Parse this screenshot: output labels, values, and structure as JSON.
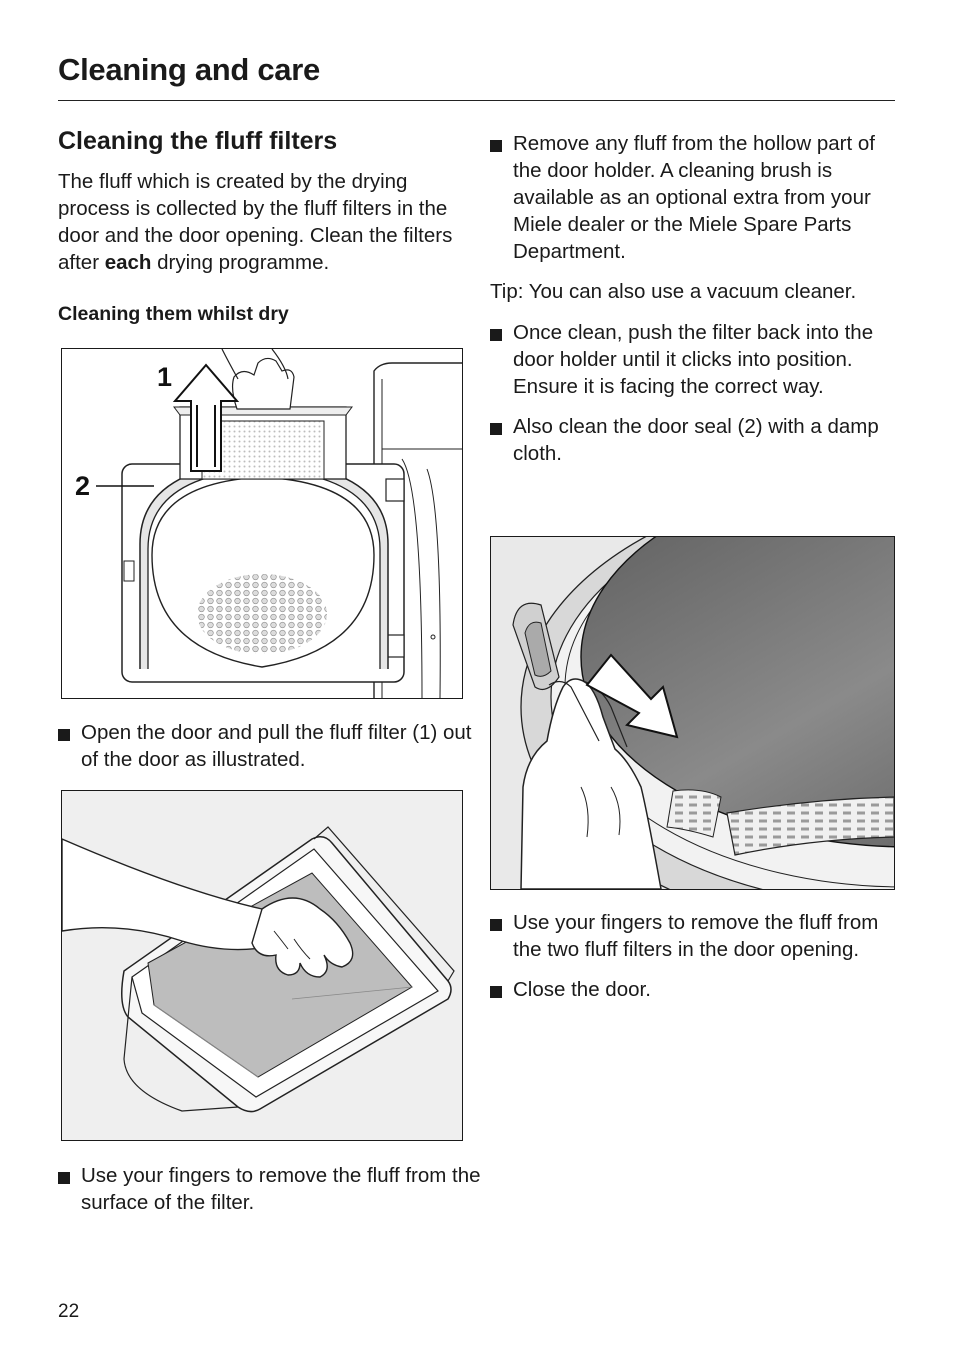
{
  "page": {
    "title": "Cleaning and care",
    "number": "22"
  },
  "left": {
    "heading": "Cleaning the fluff filters",
    "intro_before": "The fluff which is created by the drying process is collected by the fluff filters in the door and the door opening. Clean the filters after ",
    "intro_bold": "each",
    "intro_after": " drying programme.",
    "subheading": "Cleaning them whilst dry",
    "figure1_labels": {
      "filter": "1",
      "seal": "2"
    },
    "bullet_open": "Open the door and pull the fluff filter (1) out of the door as illustrated.",
    "bullet_fingers": "Use your fingers to remove the fluff from the surface of the filter."
  },
  "right": {
    "bullet_remove": "Remove any fluff from the hollow part of the door holder. A cleaning brush is available as an optional extra from your Miele dealer or the Miele Spare Parts Department.",
    "tip": "Tip: You can also use a vacuum cleaner.",
    "bullet_push": "Once clean, push the filter back into the door holder until it clicks into position. Ensure it is facing the correct way.",
    "bullet_seal": "Also clean the door seal (2) with a damp cloth.",
    "bullet_two_filters": "Use your fingers to remove the fluff from the two fluff filters in the door opening.",
    "bullet_close": "Close the door."
  }
}
